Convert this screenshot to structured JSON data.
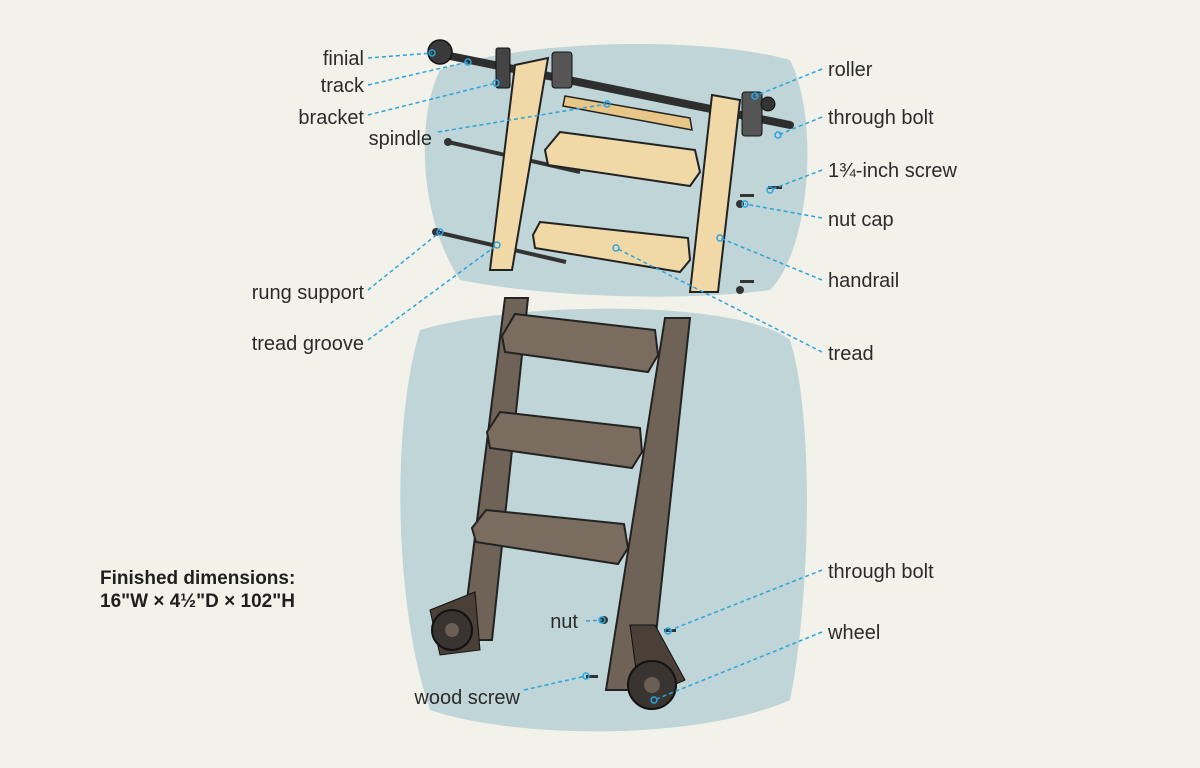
{
  "colors": {
    "background": "#f3f2ea",
    "shadow_blob": "#bfd5d7",
    "leader_line": "#2aa4dd",
    "light_wood": "#f1d9a7",
    "dark_wood": "#6f6256",
    "metal": "#3a3a3a"
  },
  "labels": {
    "finial": "finial",
    "track": "track",
    "bracket": "bracket",
    "spindle": "spindle",
    "rung_support": "rung support",
    "tread_groove": "tread groove",
    "roller": "roller",
    "through_bolt_top": "through bolt",
    "screw_1_75": "1¾-inch screw",
    "nut_cap": "nut cap",
    "handrail": "handrail",
    "tread": "tread",
    "through_bolt_bottom": "through bolt",
    "wheel": "wheel",
    "nut": "nut",
    "wood_screw": "wood screw"
  },
  "dimensions": {
    "title": "Finished dimensions:",
    "value": "16\"W × 4½\"D × 102\"H"
  }
}
